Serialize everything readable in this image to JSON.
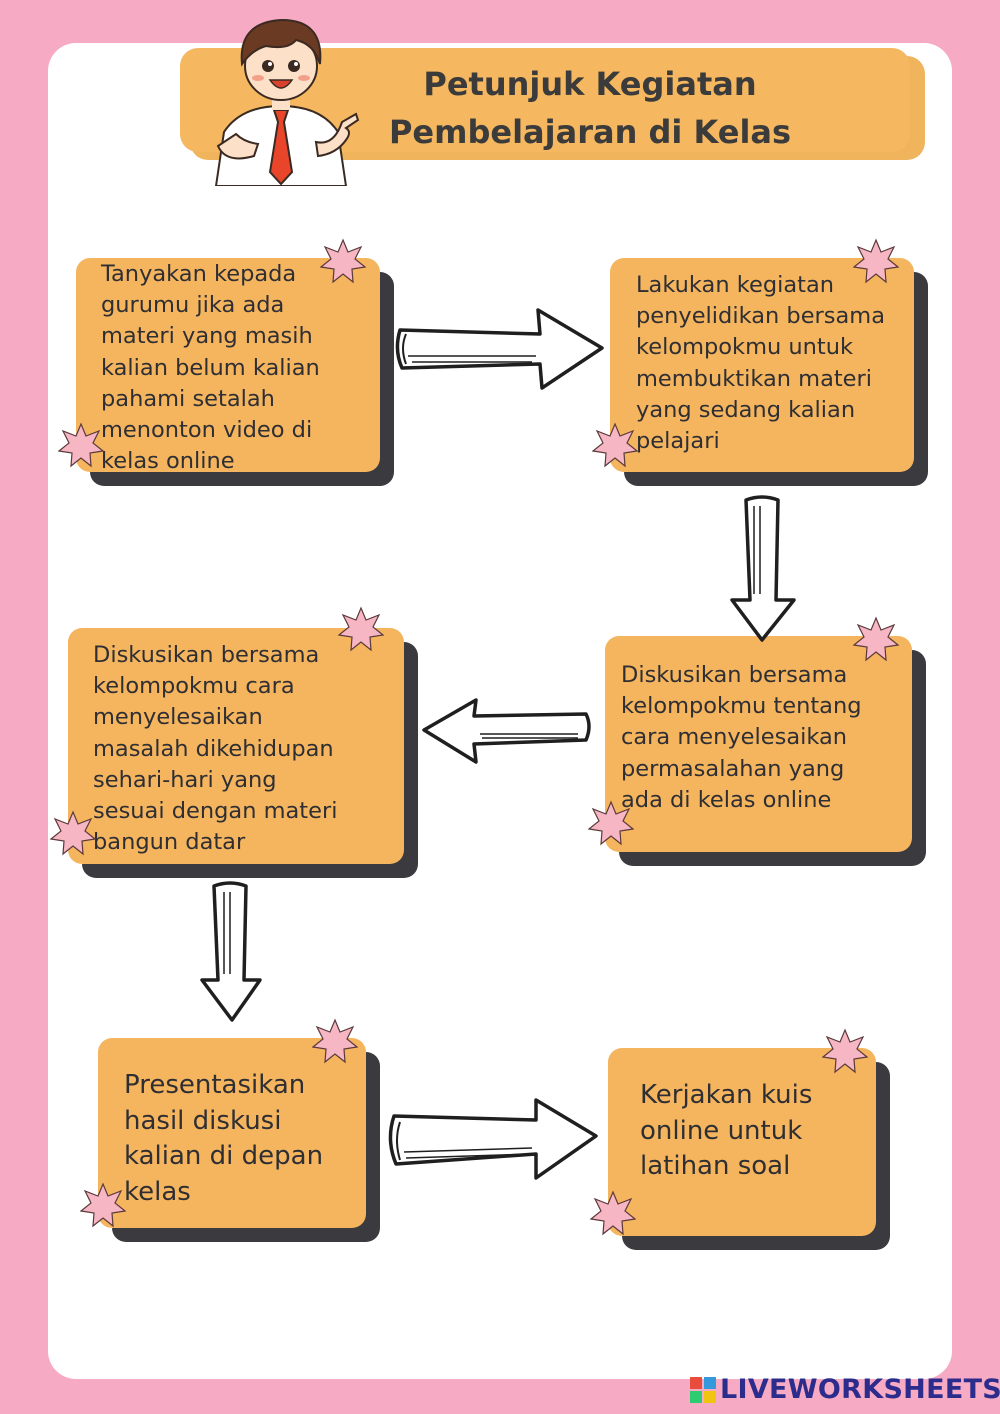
{
  "header": {
    "title": "Petunjuk Kegiatan\nPembelajaran di Kelas"
  },
  "steps": [
    {
      "text": "Tanyakan kepada\ngurumu jika ada\nmateri yang masih\nkalian belum kalian\npahami setalah\nmenonton video di\nkelas online"
    },
    {
      "text": "Lakukan kegiatan\npenyelidikan bersama\nkelompokmu untuk\nmembuktikan materi\nyang sedang kalian\npelajari"
    },
    {
      "text": "Diskusikan bersama\nkelompokmu tentang\ncara menyelesaikan\npermasalahan yang\nada di kelas online"
    },
    {
      "text": "Diskusikan bersama\nkelompokmu cara\nmenyelesaikan\nmasalah dikehidupan\nsehari-hari yang\nsesuai dengan materi\nbangun datar"
    },
    {
      "text": "Presentasikan\nhasil diskusi\nkalian di depan\nkelas"
    },
    {
      "text": "Kerjakan kuis\nonline untuk\nlatihan soal"
    }
  ],
  "watermark": {
    "text": "LIVEWORKSHEETS"
  },
  "colors": {
    "background": "#f7aac4",
    "card": "#f5b55f",
    "shadow": "#3a3a3f",
    "star": "#f7b6c4",
    "text": "#2f2f33"
  }
}
